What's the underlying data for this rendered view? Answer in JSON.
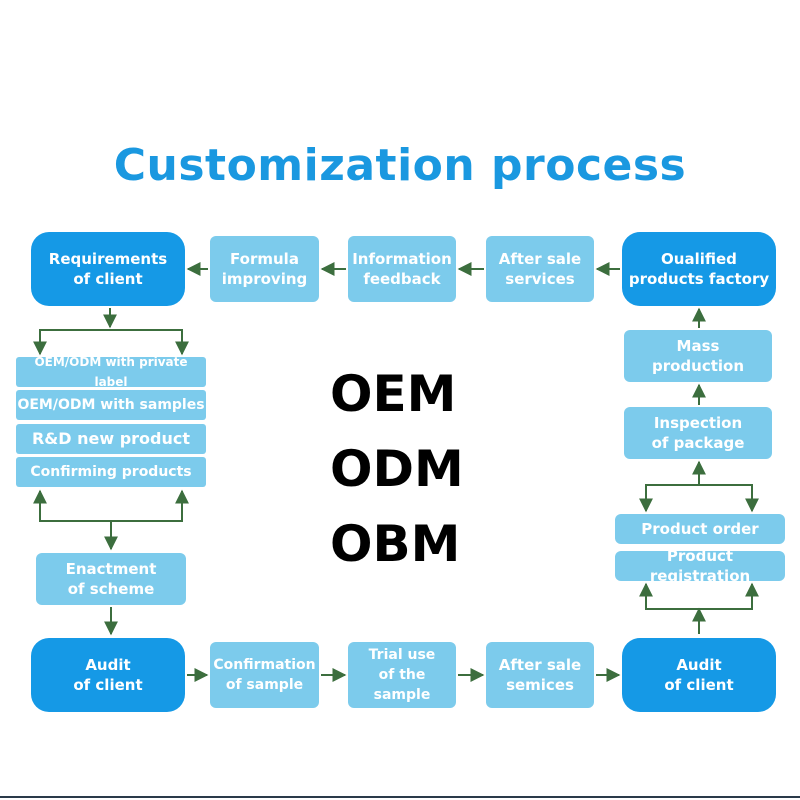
{
  "title": "Customization process",
  "center_labels": [
    "OEM",
    "ODM",
    "OBM"
  ],
  "boxes": {
    "requirements": "Requirements\nof client",
    "formula": "Formula\nimproving",
    "info_feedback": "Information\nfeedback",
    "after_sale_top": "After sale\nservices",
    "qualified_factory": "Oualified\nproducts factory",
    "mass_production": "Mass\nproduction",
    "inspection": "Inspection\nof package",
    "product_order": "Product order",
    "product_registration": "Product registration",
    "opt_private_label": "OEM/ODM with private label",
    "opt_samples": "OEM/ODM with samples",
    "opt_rd": "R&D new product",
    "opt_confirming": "Confirming products",
    "enactment": "Enactment\nof scheme",
    "audit_left": "Audit\nof client",
    "confirmation_sample": "Confirmation\nof sample",
    "trial_use": "Trial use\nof the sample",
    "after_sale_bottom": "After sale\nsemices",
    "audit_right": "Audit\nof client"
  },
  "colors": {
    "title": "#1a98e0",
    "main_box": "#1599e6",
    "light_box": "#7ccbec",
    "arrow": "#3c6e3e",
    "bottom_line": "#2a3a4a"
  }
}
